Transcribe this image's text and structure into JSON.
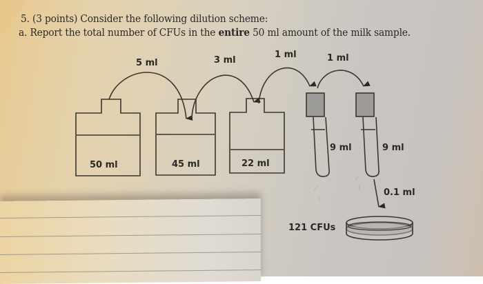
{
  "question": {
    "number": "5.",
    "points": "(3 points)",
    "title": "5. (3 points) Consider the following dilution scheme:",
    "part_a_prefix": "a. Report the total number of CFUs in the ",
    "part_a_bold": "entire",
    "part_a_suffix": " 50 ml amount of the milk sample."
  },
  "diagram": {
    "transfers": [
      {
        "label": "5 ml",
        "from": "bottle-1",
        "to": "bottle-2"
      },
      {
        "label": "3 ml",
        "from": "bottle-2",
        "to": "bottle-3"
      },
      {
        "label": "1 ml",
        "from": "bottle-3",
        "to": "tube-1"
      },
      {
        "label": "1 ml",
        "from": "tube-1",
        "to": "tube-2"
      }
    ],
    "bottles": [
      {
        "id": "bottle-1",
        "volume": "50 ml"
      },
      {
        "id": "bottle-2",
        "volume": "45 ml"
      },
      {
        "id": "bottle-3",
        "volume": "22 ml"
      }
    ],
    "tubes": [
      {
        "id": "tube-1",
        "volume": "9 ml"
      },
      {
        "id": "tube-2",
        "volume": "9 ml"
      }
    ],
    "plating": {
      "volume": "0.1 ml",
      "result": "121 CFUs"
    }
  }
}
